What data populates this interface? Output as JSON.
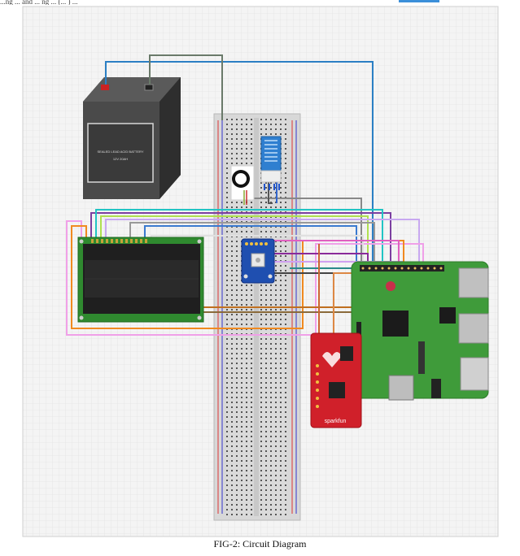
{
  "top_text": "...ng ... and ... ng ... (... ) ... ",
  "battery": {
    "label_line1": "SEALED LEAD ACID BATTERY",
    "label_line2": "12V 20AH"
  },
  "caption": "FIG-2: Circuit Diagram",
  "brands": {
    "sparkfun": "sparkfun"
  },
  "colors": {
    "grid_bg": "#f2f2f2",
    "grid_line": "#dcdcdc",
    "breadboard": "#d9d9d9",
    "rpi": "#3f9b3a",
    "lcd_pcb": "#2f8a2f",
    "lcd_screen": "#1c1c1c",
    "battery": "#4a4a4a",
    "sensor_dht": "#2f7fd0",
    "bmp_board": "#1f4fb0",
    "ecg_board": "#d0202a"
  }
}
